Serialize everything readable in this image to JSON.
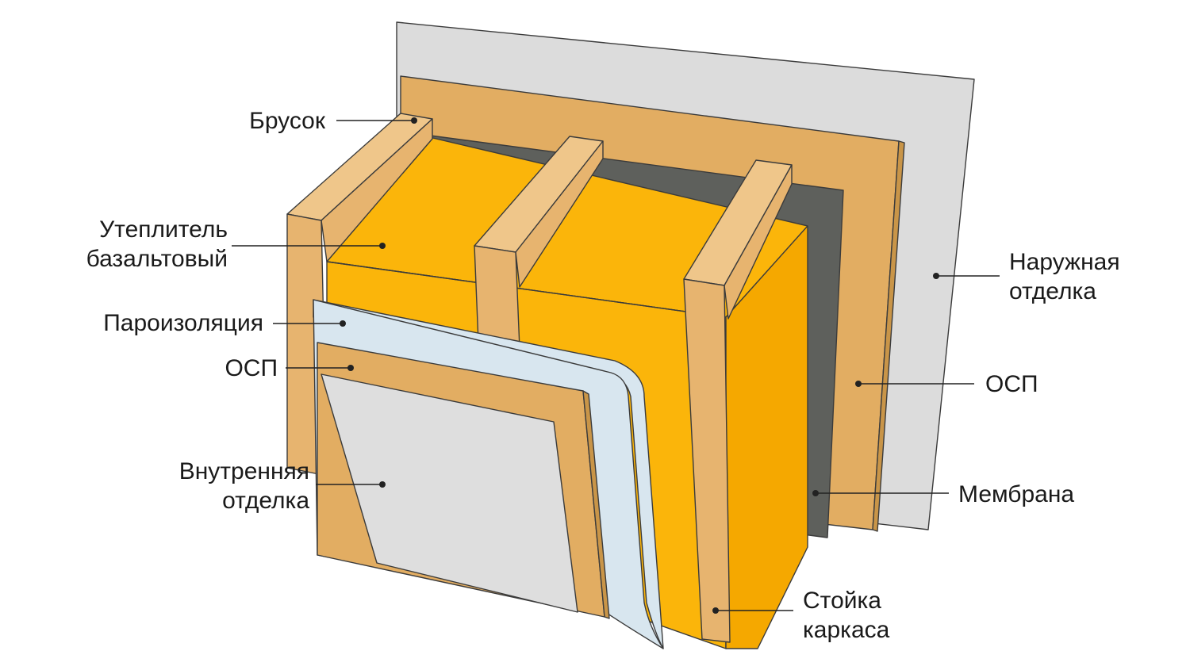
{
  "labels": {
    "brusok": "Брусок",
    "insulation_1": "Утеплитель",
    "insulation_2": "базальтовый",
    "vapor_barrier": "Пароизоляция",
    "osb_inner": "ОСП",
    "inner_finish_1": "Внутренняя",
    "inner_finish_2": "отделка",
    "outer_finish_1": "Наружная",
    "outer_finish_2": "отделка",
    "osb_outer": "ОСП",
    "membrane": "Мембрана",
    "stud_1": "Стойка",
    "stud_2": "каркаса"
  },
  "colors": {
    "outer_finish": "#dcdcdc",
    "osb": "#e2ad62",
    "osb_dark": "#c99548",
    "membrane": "#5e605c",
    "insulation": "#fbb50a",
    "insulation_side": "#f5a800",
    "wood": "#e7b46f",
    "wood_top": "#efc68a",
    "vapor_barrier": "#d8e6ef",
    "inner_finish": "#dedede"
  }
}
